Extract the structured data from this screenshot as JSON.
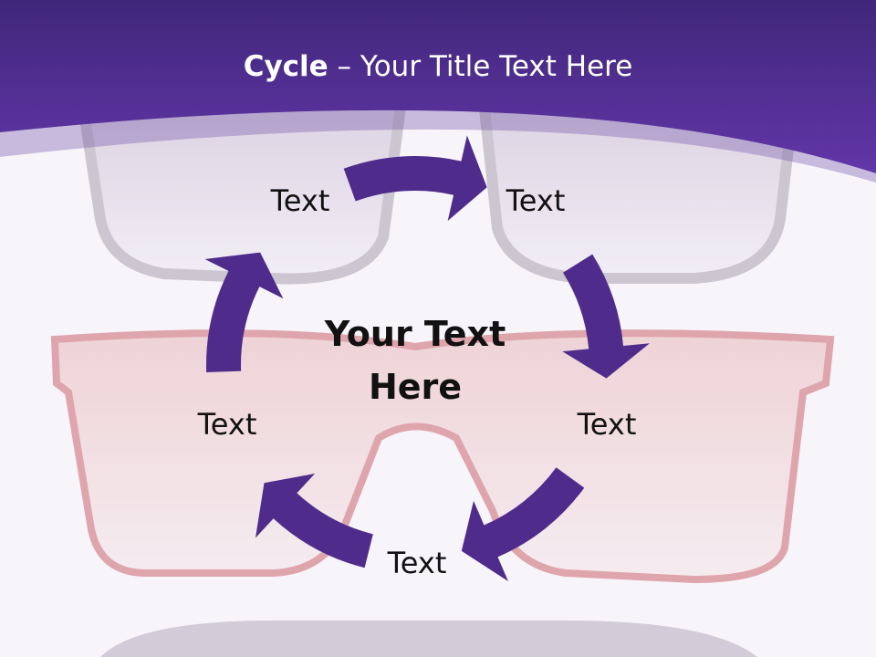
{
  "title": {
    "bold": "Cycle",
    "rest": " – Your Title Text Here"
  },
  "center_text": {
    "line1": "Your Text",
    "line2": "Here"
  },
  "steps": [
    {
      "label": "Text"
    },
    {
      "label": "Text"
    },
    {
      "label": "Text"
    },
    {
      "label": "Text"
    },
    {
      "label": "Text"
    }
  ],
  "colors": {
    "header_top": "#40277a",
    "header_bottom": "#6236a8",
    "arrow": "#4f2c8c",
    "background": "#f7f4fa"
  }
}
